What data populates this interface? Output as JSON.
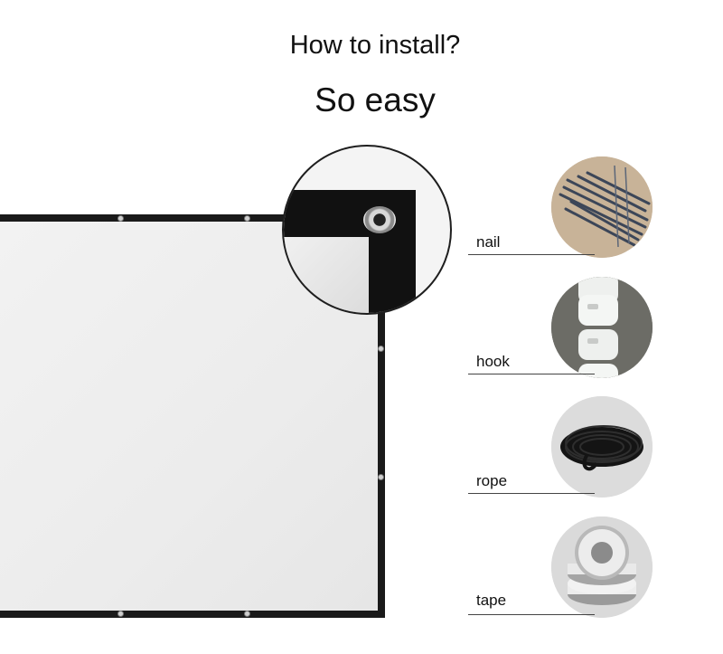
{
  "heading": {
    "line1": "How to install?",
    "line2": "So easy"
  },
  "accessories": [
    {
      "label": "nail",
      "icon": "nails-photo"
    },
    {
      "label": "hook",
      "icon": "hooks-photo"
    },
    {
      "label": "rope",
      "icon": "rope-photo"
    },
    {
      "label": "tape",
      "icon": "tape-photo"
    }
  ],
  "colors": {
    "screen_frame": "#1a1a1a",
    "screen_surface": "#eeeeee",
    "text": "#111111"
  }
}
